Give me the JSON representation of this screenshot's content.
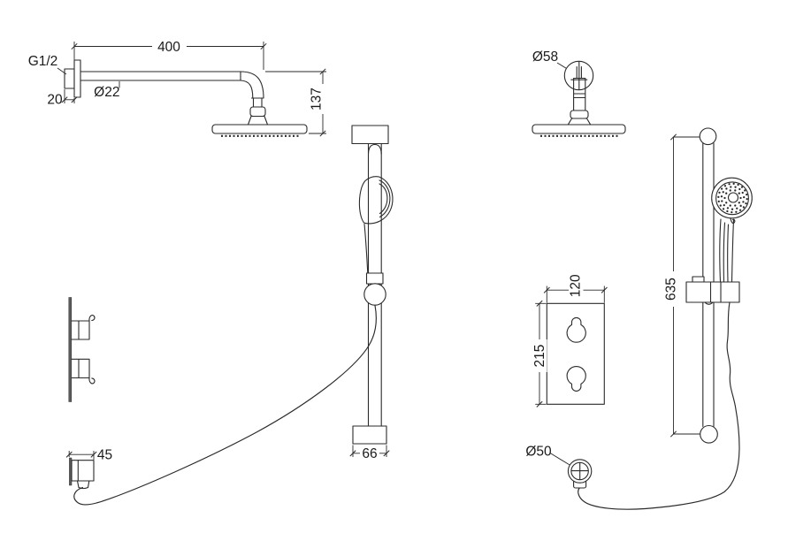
{
  "page": {
    "background": "#ffffff"
  },
  "drawing": {
    "line_color": "#2a2a2a",
    "text_color": "#1a1a1a",
    "dimensions": {
      "arm_length": "400",
      "thread_size": "G1/2",
      "arm_diameter": "Ø22",
      "flange_depth": "20",
      "head_drop": "137",
      "rail_bottom_bracket": "66",
      "outlet_projection": "45",
      "head_flange_diameter": "Ø58",
      "slide_rail_length": "635",
      "valve_plate_width": "120",
      "valve_plate_height": "215",
      "outlet_flange_diameter": "Ø50"
    }
  }
}
